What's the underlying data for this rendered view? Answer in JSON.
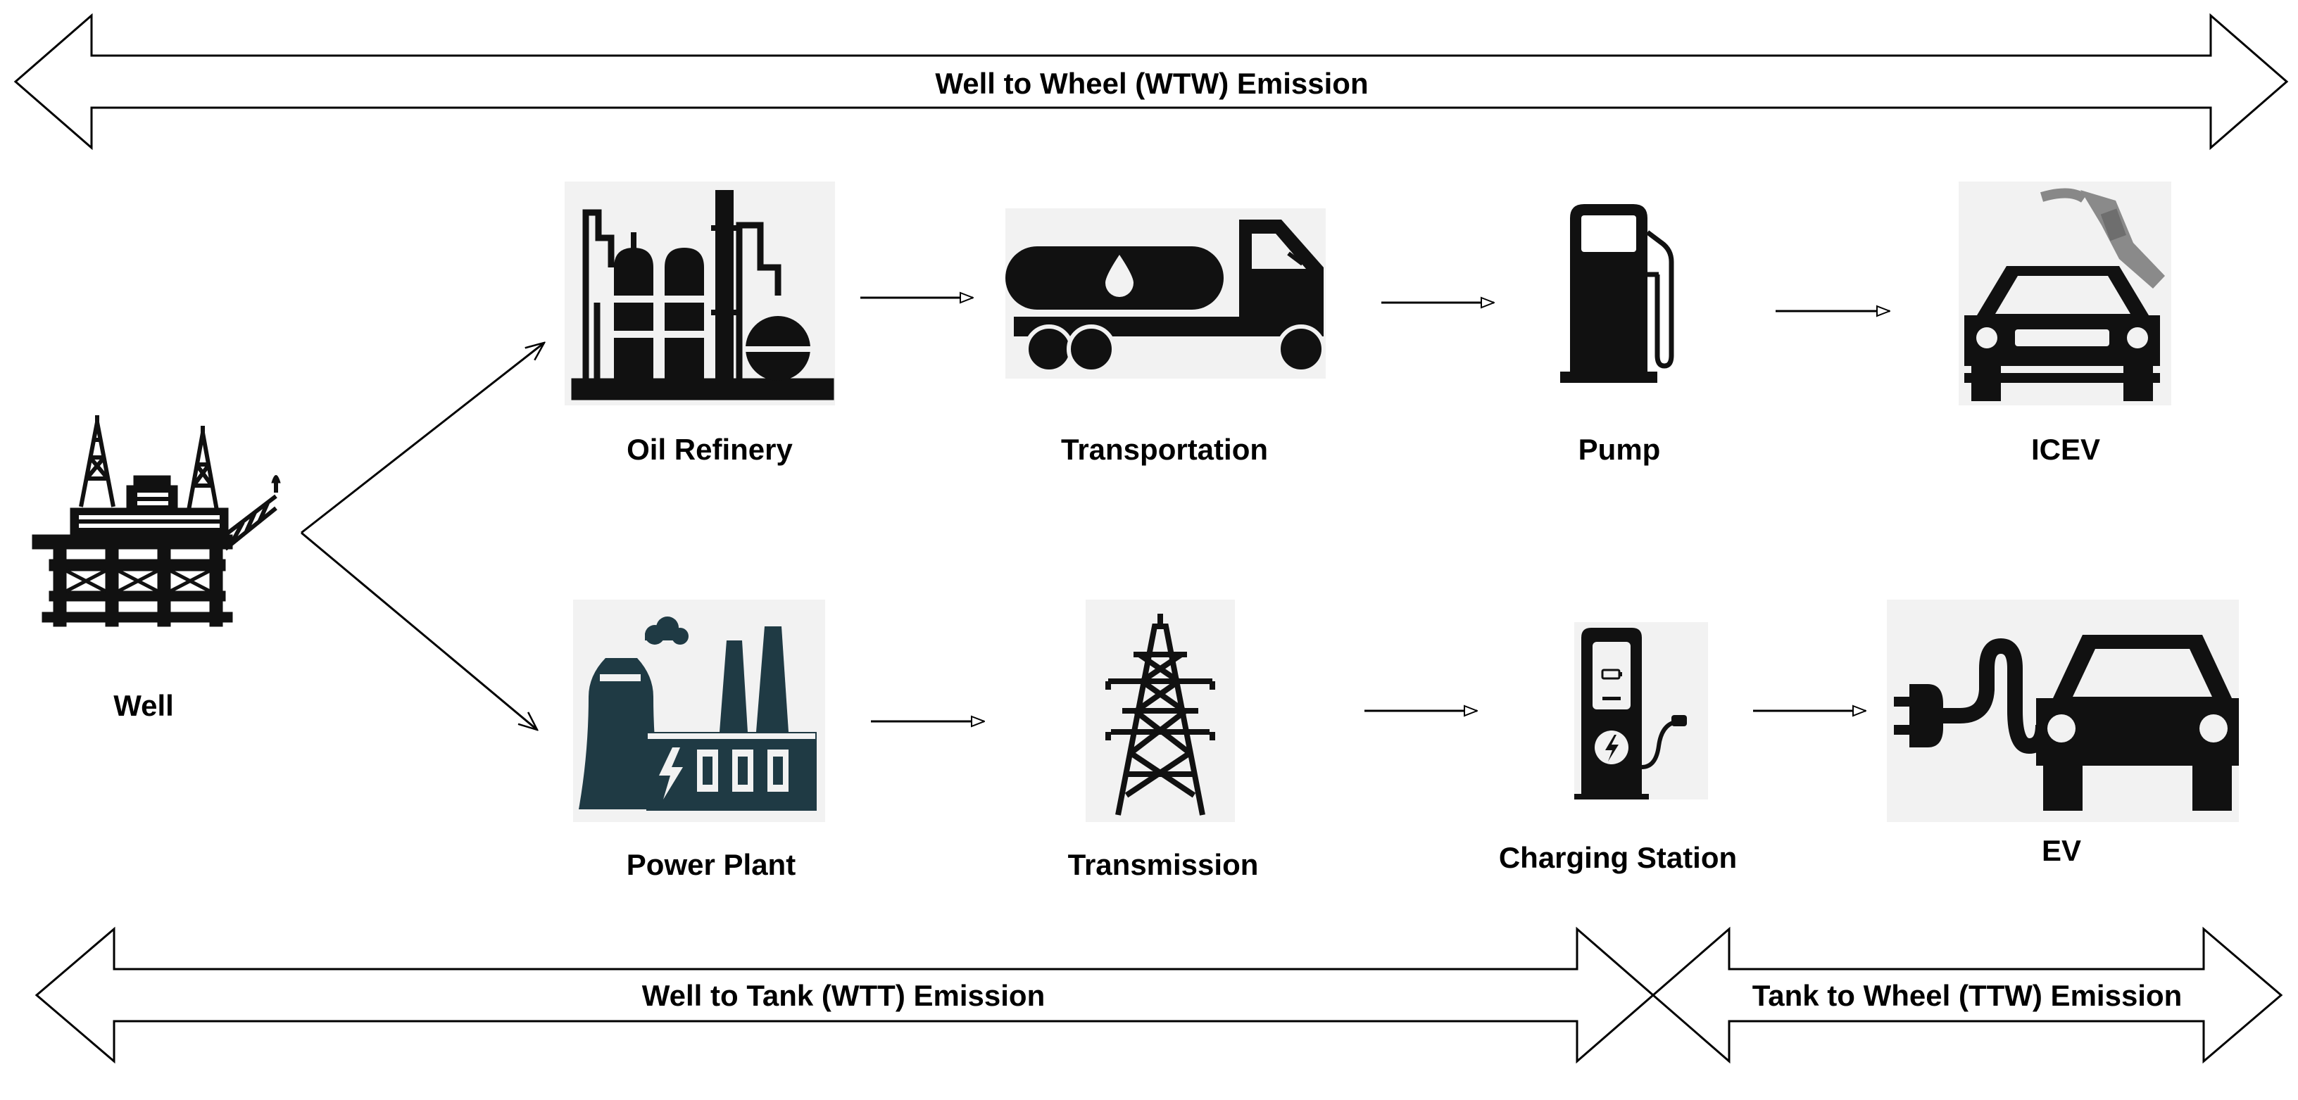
{
  "bands": {
    "wtw": "Well to Wheel (WTW) Emission",
    "wtt": "Well to Tank (WTT) Emission",
    "ttw": "Tank to Wheel (TTW) Emission"
  },
  "nodes": {
    "well": "Well",
    "oil_refinery": "Oil Refinery",
    "transportation": "Transportation",
    "pump": "Pump",
    "icev": "ICEV",
    "power_plant": "Power Plant",
    "transmission": "Transmission",
    "charging_station": "Charging Station",
    "ev": "EV"
  },
  "colors": {
    "ink": "#000000",
    "icon_dark": "#111111",
    "plant_teal": "#1f3a44",
    "tile_bg": "#f2f2f2",
    "nozzle_gray": "#8a8a8a"
  },
  "icons": {
    "well": "oil-rig-icon",
    "oil_refinery": "refinery-icon",
    "transportation": "tanker-truck-icon",
    "pump": "fuel-pump-icon",
    "icev": "car-fuel-nozzle-icon",
    "power_plant": "power-plant-icon",
    "transmission": "transmission-tower-icon",
    "charging_station": "ev-charger-icon",
    "ev": "electric-car-plug-icon"
  }
}
